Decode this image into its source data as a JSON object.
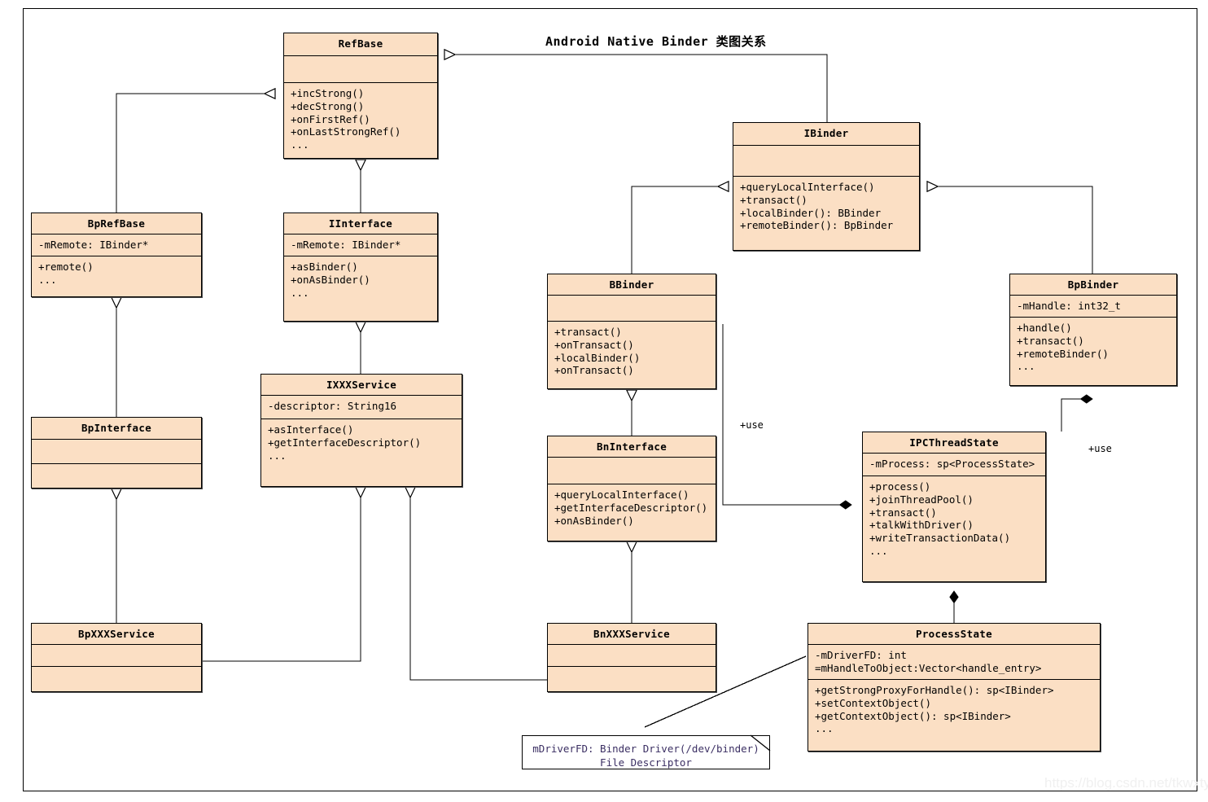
{
  "diagram": {
    "title": "Android Native Binder 类图关系",
    "watermark": "https://blog.csdn.net/tkwxty",
    "colors": {
      "class_fill": "#fbdfc4",
      "border": "#000000",
      "note_text": "#3b2f63",
      "background": "#ffffff"
    }
  },
  "classes": [
    {
      "id": "refbase",
      "name": "RefBase",
      "attributes": [],
      "operations": [
        "+incStrong()",
        "+decStrong()",
        "+onFirstRef()",
        "+onLastStrongRef()",
        "..."
      ]
    },
    {
      "id": "ibinder",
      "name": "IBinder",
      "attributes": [],
      "operations": [
        "+queryLocalInterface()",
        "+transact()",
        "+localBinder(): BBinder",
        "+remoteBinder(): BpBinder"
      ]
    },
    {
      "id": "bprefbase",
      "name": "BpRefBase",
      "attributes": [
        "-mRemote: IBinder*"
      ],
      "operations": [
        "+remote()",
        "..."
      ]
    },
    {
      "id": "iinterface",
      "name": "IInterface",
      "attributes": [
        "-mRemote: IBinder*"
      ],
      "operations": [
        "+asBinder()",
        "+onAsBinder()",
        "..."
      ]
    },
    {
      "id": "bbinder",
      "name": "BBinder",
      "attributes": [],
      "operations": [
        "+transact()",
        "+onTransact()",
        "+localBinder()",
        "+onTransact()"
      ]
    },
    {
      "id": "bpbinder",
      "name": "BpBinder",
      "attributes": [
        "-mHandle: int32_t"
      ],
      "operations": [
        "+handle()",
        "+transact()",
        "+remoteBinder()",
        "..."
      ]
    },
    {
      "id": "bpinterface",
      "name": "BpInterface",
      "attributes": [],
      "operations": []
    },
    {
      "id": "ixxxservice",
      "name": "IXXXService",
      "attributes": [
        "-descriptor: String16"
      ],
      "operations": [
        "+asInterface()",
        "+getInterfaceDescriptor()",
        "..."
      ]
    },
    {
      "id": "bninterface",
      "name": "BnInterface",
      "attributes": [],
      "operations": [
        "+queryLocalInterface()",
        "+getInterfaceDescriptor()",
        "+onAsBinder()"
      ]
    },
    {
      "id": "ipcthreadstate",
      "name": "IPCThreadState",
      "attributes": [
        "-mProcess: sp<ProcessState>"
      ],
      "operations": [
        "+process()",
        "+joinThreadPool()",
        "+transact()",
        "+talkWithDriver()",
        "+writeTransactionData()",
        "..."
      ]
    },
    {
      "id": "bpxxxservice",
      "name": "BpXXXService",
      "attributes": [],
      "operations": []
    },
    {
      "id": "bnxxxservice",
      "name": "BnXXXService",
      "attributes": [],
      "operations": []
    },
    {
      "id": "processstate",
      "name": "ProcessState",
      "attributes": [
        "-mDriverFD: int",
        "=mHandleToObject:Vector<handle_entry>"
      ],
      "operations": [
        "+getStrongProxyForHandle(): sp<IBinder>",
        "+setContextObject()",
        "+getContextObject(): sp<IBinder>",
        "..."
      ]
    }
  ],
  "edge_labels": [
    {
      "id": "use-left",
      "text": "+use"
    },
    {
      "id": "use-right",
      "text": "+use"
    }
  ],
  "note": {
    "id": "mdriverfd-note",
    "text": "mDriverFD: Binder Driver(/dev/binder)\nFile Descriptor"
  }
}
